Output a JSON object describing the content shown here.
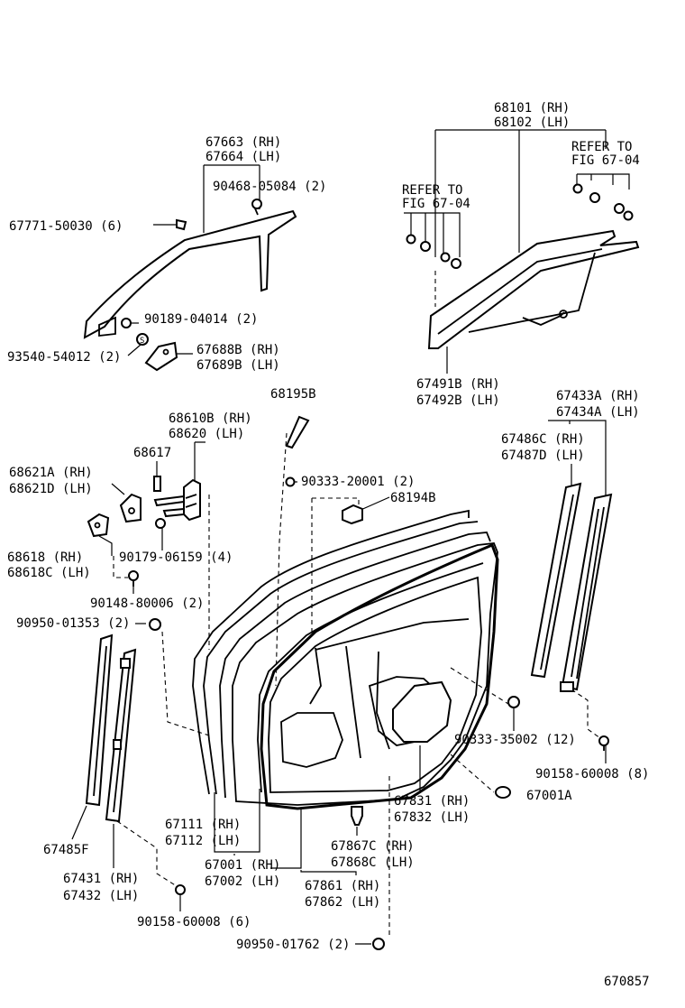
{
  "figure_number": "670857",
  "refer_labels": [
    {
      "line1": "REFER TO",
      "line2": "FIG 67-04"
    },
    {
      "line1": "REFER TO",
      "line2": "FIG 67-04"
    }
  ],
  "labels": {
    "p68101": "68101 (RH)",
    "p68102": "68102 (LH)",
    "p67663": "67663 (RH)",
    "p67664": "67664 (LH)",
    "p90468": "90468-05084 (2)",
    "p67771": "67771-50030 (6)",
    "p90189": "90189-04014 (2)",
    "p93540": "93540-54012 (2)",
    "p67688": "67688B (RH)",
    "p67689": "67689B (LH)",
    "p67491": "67491B (RH)",
    "p67492": "67492B (LH)",
    "p68195": "68195B",
    "p68610": "68610B (RH)",
    "p68620": "68620  (LH)",
    "p67433": "67433A (RH)",
    "p67434": "67434A (LH)",
    "p68617": "68617",
    "p67486": "67486C (RH)",
    "p67487": "67487D (LH)",
    "p68621a": "68621A (RH)",
    "p68621d": "68621D (LH)",
    "p90333_20001": "90333-20001 (2)",
    "p68194": "68194B",
    "p68618": "68618  (RH)",
    "p68618c": "68618C (LH)",
    "p90179": "90179-06159 (4)",
    "p90148": "90148-80006 (2)",
    "p90950_01353": "90950-01353 (2)",
    "p90333_35002": "90333-35002 (12)",
    "p90158_r": "90158-60008 (8)",
    "p67001a": "67001A",
    "p67831": "67831 (RH)",
    "p67832": "67832 (LH)",
    "p67111": "67111 (RH)",
    "p67112": "67112 (LH)",
    "p67867": "67867C (RH)",
    "p67868": "67868C (LH)",
    "p67485": "67485F",
    "p67001": "67001 (RH)",
    "p67002": "67002 (LH)",
    "p67431": "67431 (RH)",
    "p67432": "67432 (LH)",
    "p67861": "67861 (RH)",
    "p67862": "67862 (LH)",
    "p90158_l": "90158-60008 (6)",
    "p90950_01762": "90950-01762 (2)"
  }
}
